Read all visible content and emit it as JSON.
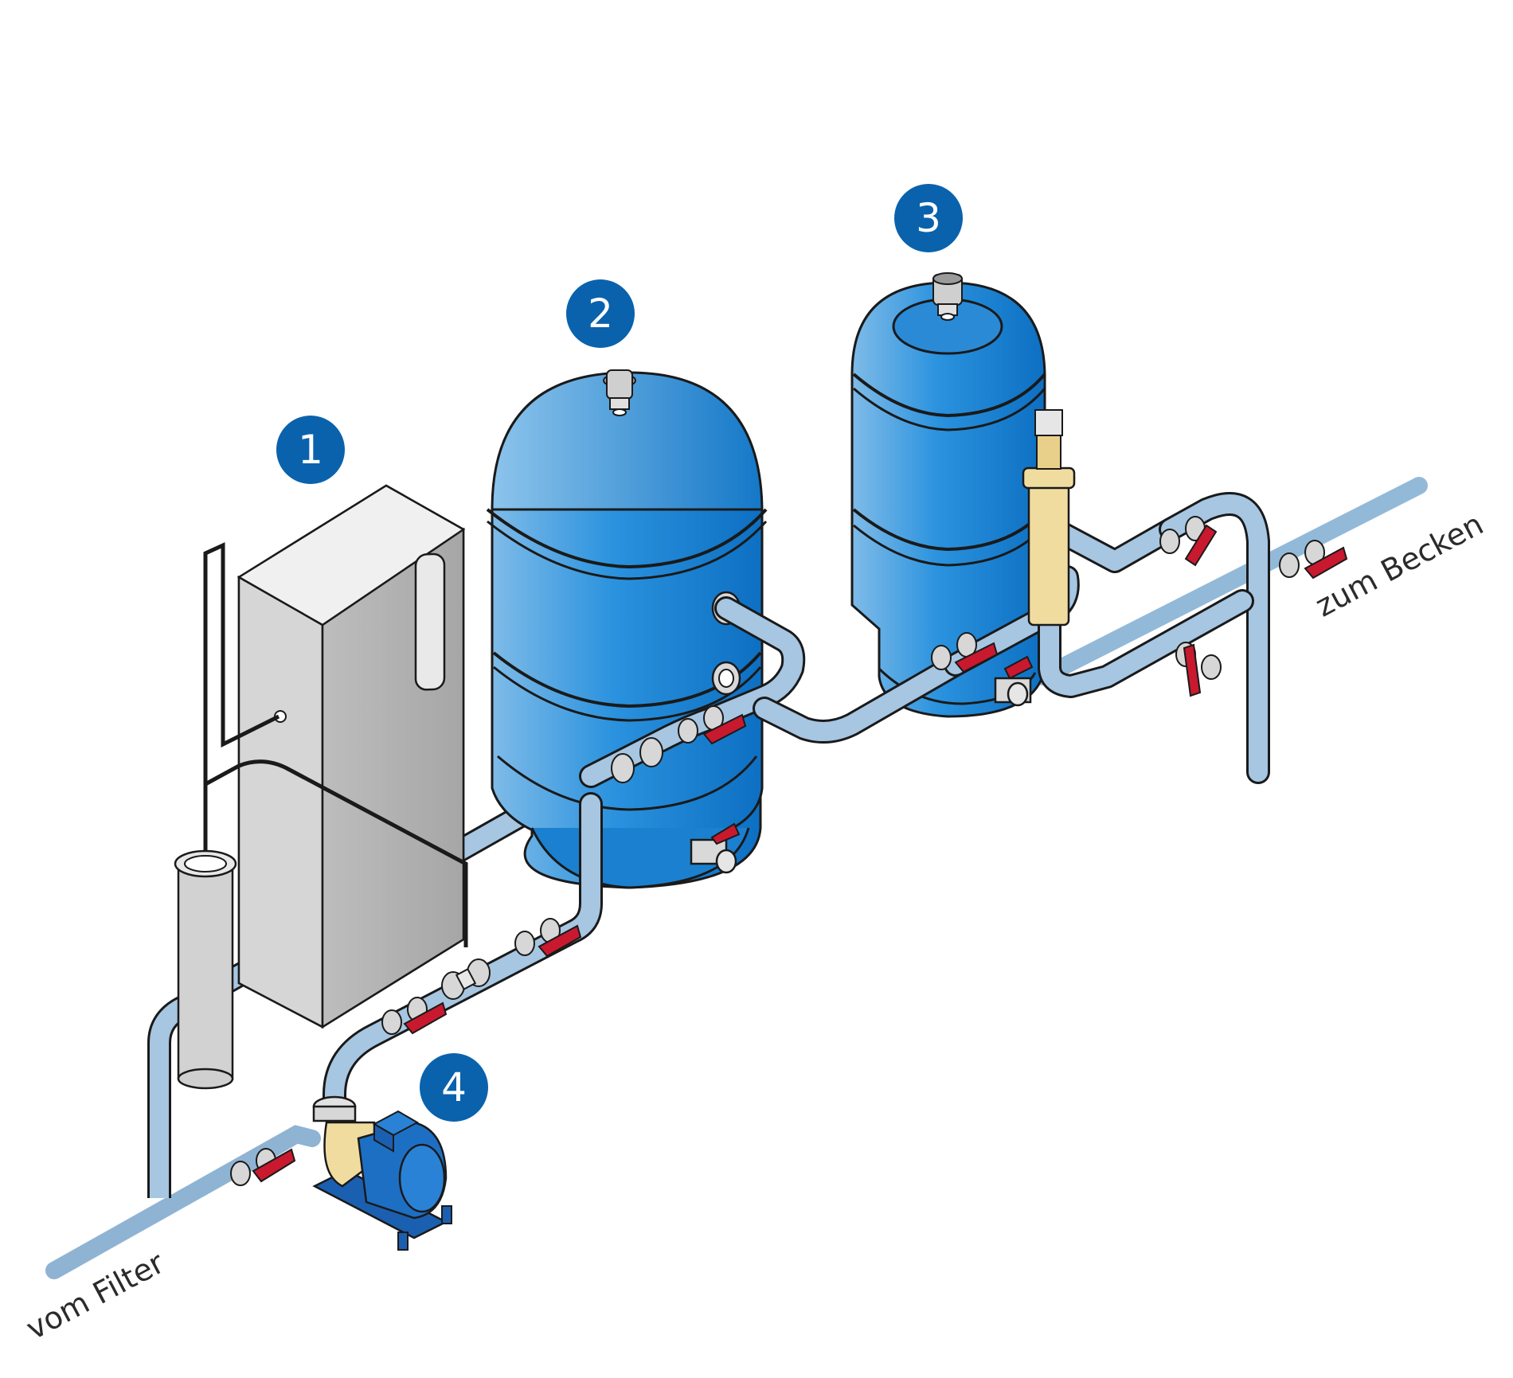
{
  "labels": {
    "inlet": "vom Filter",
    "outlet": "zum Becken"
  },
  "markers": [
    {
      "number": "1",
      "component": "control-cabinet"
    },
    {
      "number": "2",
      "component": "tank-left"
    },
    {
      "number": "3",
      "component": "tank-right"
    },
    {
      "number": "4",
      "component": "pump"
    }
  ],
  "colors": {
    "badge": "#0a62ac",
    "pipe": "#93b9d8",
    "tank": "#1d86d4",
    "valve_handle": "#c8192e",
    "brass": "#f0dca0",
    "cabinet": "#d4d4d4",
    "pump_motor": "#1b5fb0"
  }
}
